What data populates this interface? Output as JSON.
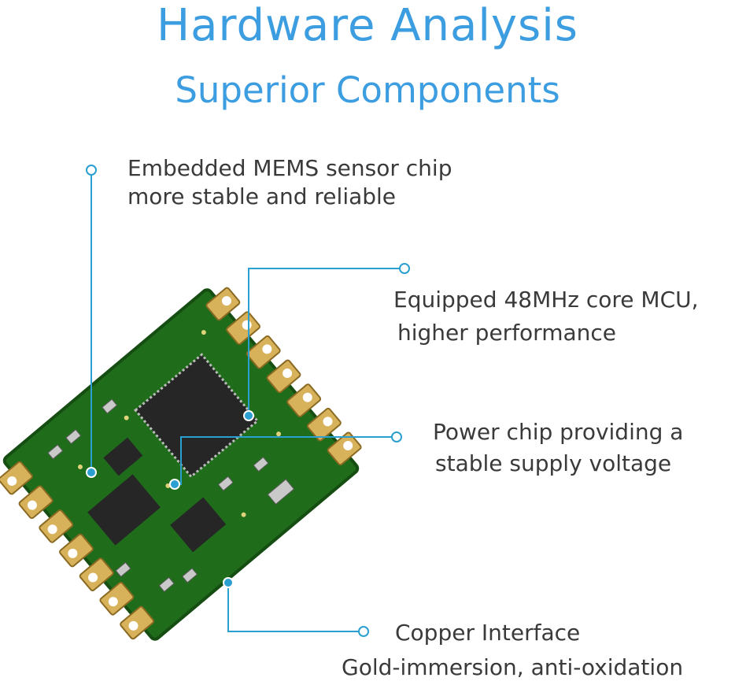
{
  "header": {
    "title": "Hardware Analysis",
    "subtitle": "Superior Components"
  },
  "callouts": {
    "mems": {
      "line1": "Embedded MEMS sensor chip",
      "line2": "more stable and reliable"
    },
    "mcu": {
      "line1": "Equipped 48MHz core MCU,",
      "line2": "higher performance"
    },
    "power": {
      "line1": "Power chip providing a",
      "line2": "stable supply voltage"
    },
    "copper": {
      "line1": "Copper Interface",
      "line2": "Gold-immersion, anti-oxidation"
    }
  },
  "colors": {
    "accent": "#3c9de0",
    "leader_line": "#2a9fd0",
    "pcb": "#1f6d1a",
    "chip": "#262626",
    "gold_pad": "#d8b25a"
  }
}
